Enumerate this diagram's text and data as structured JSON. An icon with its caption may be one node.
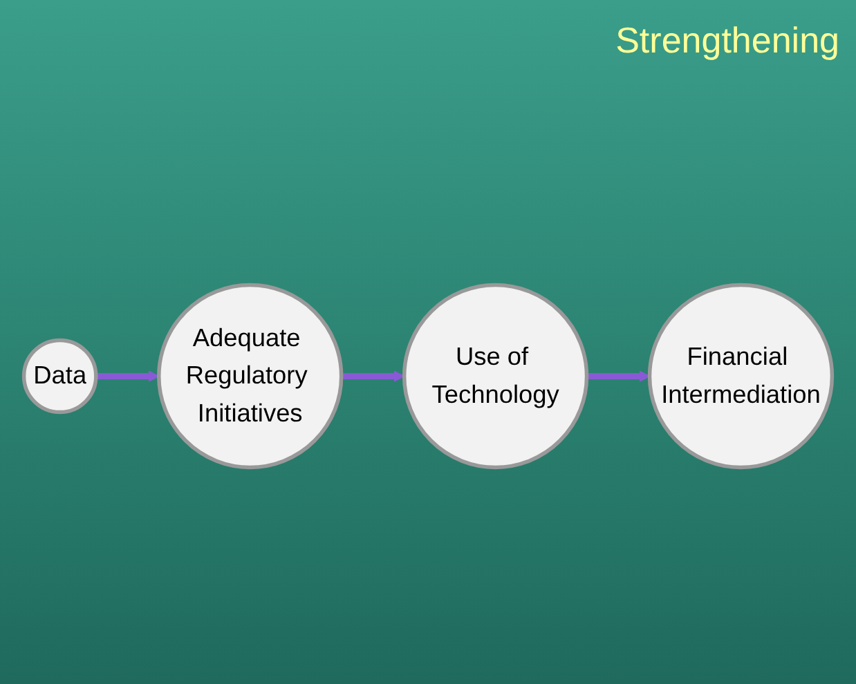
{
  "diagram": {
    "title": "Strengthening",
    "nodes": [
      {
        "text": [
          "Data"
        ]
      },
      {
        "text": [
          "Adequate Regulatory Initiatives"
        ]
      },
      {
        "text": [
          "Use of Technology"
        ]
      },
      {
        "text": [
          "Financial Intermediation"
        ]
      }
    ],
    "edges": [
      {
        "from": 0,
        "to": 1,
        "arrow": "to"
      },
      {
        "from": 1,
        "to": 2,
        "arrow": "to"
      },
      {
        "from": 2,
        "to": 3,
        "arrow": "to"
      }
    ]
  }
}
